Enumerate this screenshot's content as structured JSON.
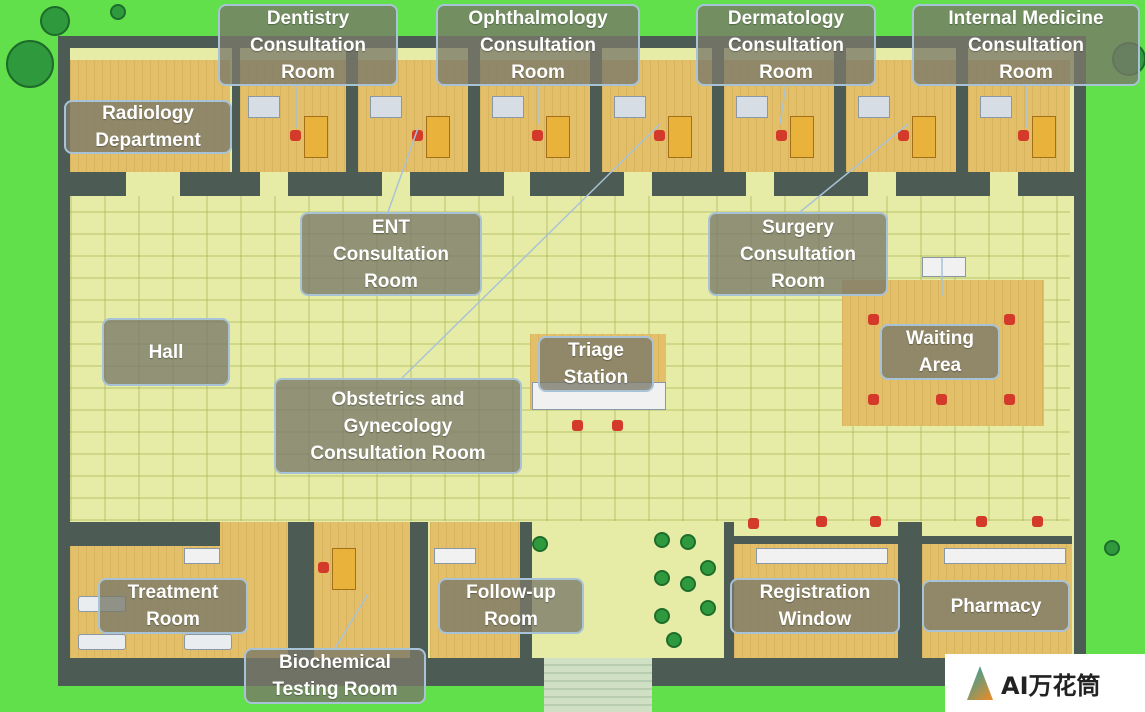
{
  "rooms": {
    "dentistry": "Dentistry\nConsultation\nRoom",
    "ophthalmology": "Ophthalmology\nConsultation\nRoom",
    "dermatology": "Dermatology\nConsultation\nRoom",
    "internal_medicine": "Internal Medicine\nConsultation\nRoom",
    "radiology": "Radiology\nDepartment",
    "ent": "ENT\nConsultation\nRoom",
    "surgery": "Surgery\nConsultation\nRoom",
    "hall": "Hall",
    "triage": "Triage\nStation",
    "waiting": "Waiting\nArea",
    "obgyn": "Obstetrics and\nGynecology\nConsultation Room",
    "treatment": "Treatment\nRoom",
    "followup": "Follow-up\nRoom",
    "registration": "Registration\nWindow",
    "pharmacy": "Pharmacy",
    "biochem": "Biochemical\nTesting Room"
  },
  "logo": {
    "text": "AI万花筒"
  }
}
